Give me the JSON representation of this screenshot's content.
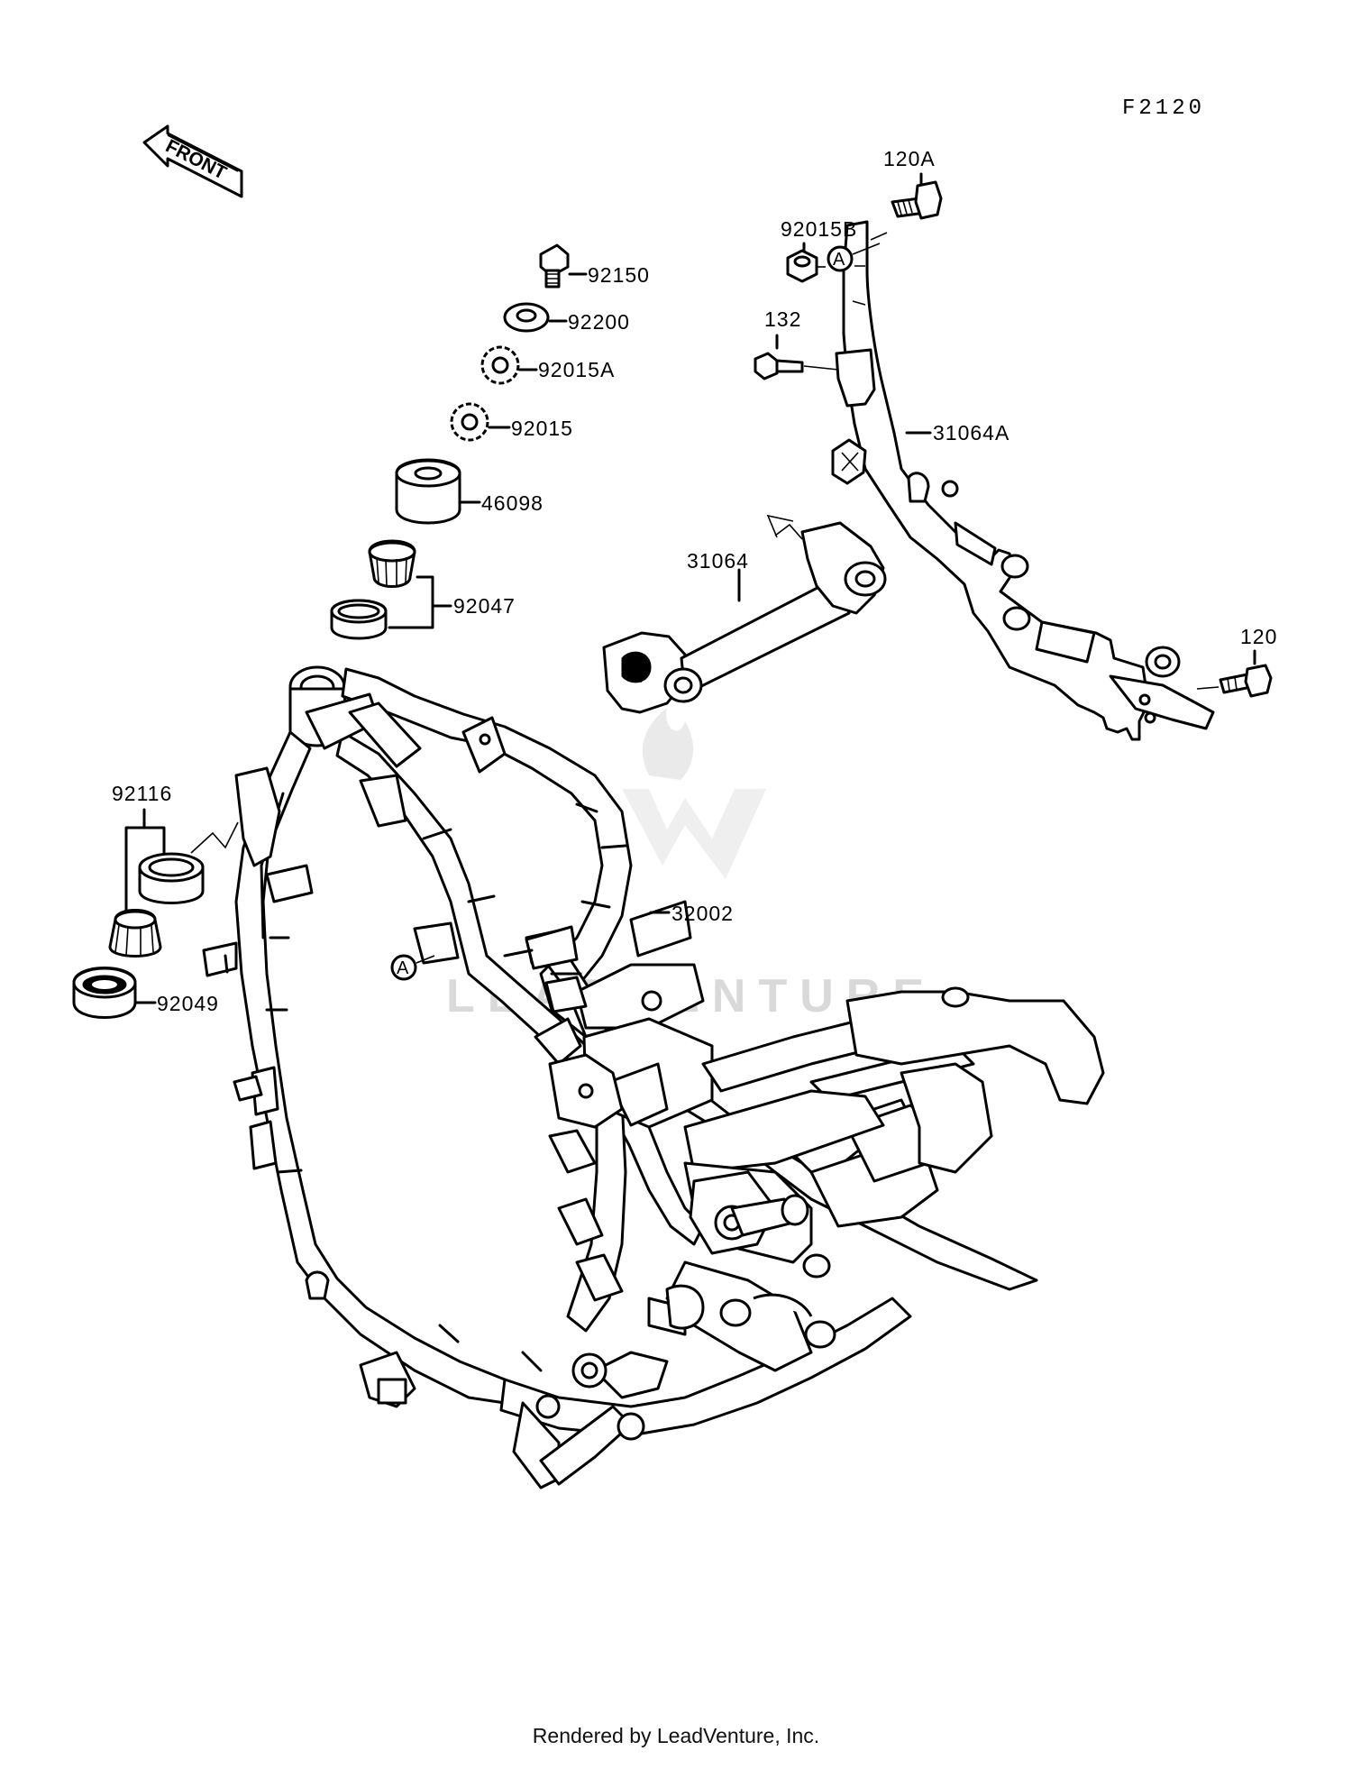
{
  "figure_id": "F2120",
  "front_arrow_label": "FRONT",
  "watermark": "LEADVENTURE",
  "footer": "Rendered by LeadVenture, Inc.",
  "ref_marker": "A",
  "parts": {
    "p92150": "92150",
    "p92200": "92200",
    "p92015A": "92015A",
    "p92015": "92015",
    "p46098": "46098",
    "p92047": "92047",
    "p92116": "92116",
    "p92049": "92049",
    "p32002": "32002",
    "p31064": "31064",
    "p31064A": "31064A",
    "p120A": "120A",
    "p92015B": "92015B",
    "p132": "132",
    "p120": "120"
  }
}
